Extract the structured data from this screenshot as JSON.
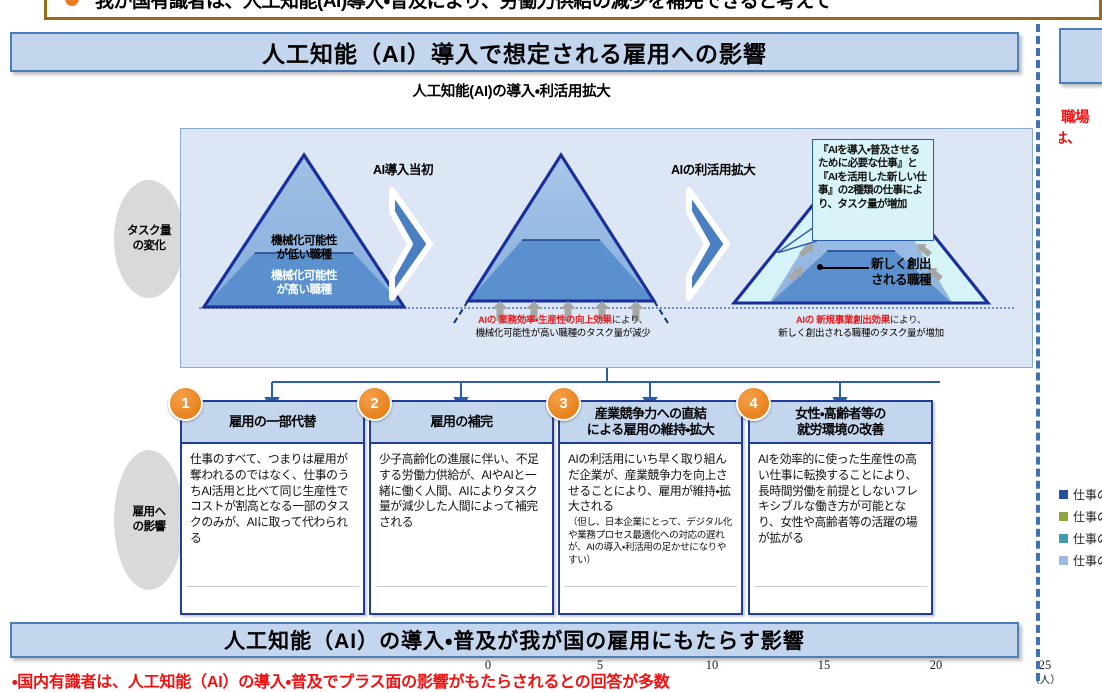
{
  "top_banner": {
    "bullet": "bullet-dot",
    "text": "我が国有識者は、人工知能(AI)導入・普及により、労働力供給の減少を補完できると考えて"
  },
  "section": {
    "title": "人工知能（AI）導入で想定される雇用への影響",
    "diagram_heading": "人工知能(AI)の導入・利活用拡大"
  },
  "side_labels": {
    "task_change": "タスク量\nの変化",
    "task_change_line1": "タスク量",
    "task_change_line2": "の変化",
    "employment_impact_line1": "雇用へ",
    "employment_impact_line2": "の影響"
  },
  "diagram": {
    "arrow1_label": "AI導入当初",
    "arrow2_label": "AIの利活用拡大",
    "triangle1": {
      "upper_line1": "機械化可能性",
      "upper_line2": "が低い職種",
      "lower_line1": "機械化可能性",
      "lower_line2": "が高い職種"
    },
    "callout": "『AIを導入・普及させるために必要な仕事』と『AIを活用した新しい仕事』の2種類の仕事により、タスク量が増加",
    "new_jobs_line1": "新しく創出",
    "new_jobs_line2": "される職種",
    "note_left": {
      "red": "AIの 業務効率・生産性の向上効果",
      "rest": "により、",
      "line2": "機械化可能性が高い職種のタスク量が減少"
    },
    "note_right": {
      "red": "AIの 新規事業創出効果",
      "rest": "により、",
      "line2": "新しく創出される職種のタスク量が増加"
    }
  },
  "cards": [
    {
      "number": "1",
      "title": "雇用の一部代替",
      "body": "仕事のすべて、つまりは雇用が奪われるのではなく、仕事のうちAI活用と比べて同じ生産性でコストが割高となる一部のタスクのみが、AIに取って代わられる",
      "sub": ""
    },
    {
      "number": "2",
      "title": "雇用の補完",
      "body": "少子高齢化の進展に伴い、不足する労働力供給が、AIやAIと一緒に働く人間、AIによりタスク量が減少した人間によって補完される",
      "sub": ""
    },
    {
      "number": "3",
      "title": "産業競争力への直結\nによる雇用の維持・拡大",
      "title_line1": "産業競争力への直結",
      "title_line2": "による雇用の維持・拡大",
      "body": "AIの利活用にいち早く取り組んだ企業が、産業競争力を向上させることにより、雇用が維持・拡大される",
      "sub": "（但し、日本企業にとって、デジタル化や業務プロセス最適化への対応の遅れが、AIの導入・利活用の足かせになりやすい）"
    },
    {
      "number": "4",
      "title": "女性・高齢者等の\n就労環境の改善",
      "title_line1": "女性・高齢者等の",
      "title_line2": "就労環境の改善",
      "body": "AIを効率的に使った生産性の高い仕事に転換することにより、長時間労働を前提としないフレキシブルな働き方が可能となり、女性や高齢者等の活躍の場が拡がる",
      "sub": ""
    }
  ],
  "bottom": {
    "title": "人工知能（AI）の導入・普及が我が国の雇用にもたらす影響",
    "red_text": "・国内有識者は、人工知能（AI）の導入・普及でプラス面の影響がもたらされるとの回答が多数"
  },
  "axis": {
    "ticks": [
      "0",
      "5",
      "10",
      "15",
      "20",
      "25"
    ],
    "unit": "（人）"
  },
  "right_panel": {
    "red_text_line1": "・ 職場",
    "red_text_line2": "は、",
    "legend": [
      {
        "label": "仕事の",
        "color": "#27509b"
      },
      {
        "label": "仕事の",
        "color": "#8ba63c"
      },
      {
        "label": "仕事の",
        "color": "#3f9ead"
      },
      {
        "label": "仕事の",
        "color": "#9dbbdc"
      }
    ]
  },
  "colors": {
    "panel_blue": "#c3d6ee",
    "panel_border": "#4a7ebb",
    "diagram_bg": "#dce6f4",
    "card_border": "#1f3d99",
    "badge_orange": "#e8821c",
    "red": "#ee1111",
    "dashed_blue": "#3f72b4"
  }
}
